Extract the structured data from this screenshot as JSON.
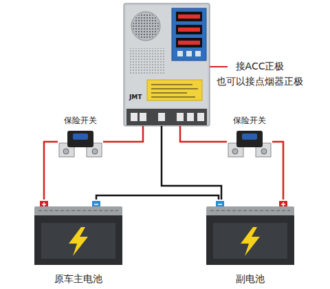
{
  "diagram": {
    "nodes": [
      {
        "text": [
          "JMT"
        ]
      },
      {
        "text": [
          "保险开关"
        ]
      },
      {
        "text": [
          "保险开关"
        ]
      },
      {
        "text": [
          "原车主电池"
        ]
      },
      {
        "text": [
          "副电池"
        ]
      }
    ],
    "edges": [
      {
        "from": 0,
        "to": 1,
        "arrow": "none"
      },
      {
        "from": 1,
        "to": 3,
        "arrow": "none"
      },
      {
        "from": 0,
        "to": 2,
        "arrow": "none"
      },
      {
        "from": 2,
        "to": 4,
        "arrow": "none"
      },
      {
        "from": 0,
        "to": 4,
        "arrow": "none"
      },
      {
        "from": 3,
        "to": 4,
        "arrow": "none"
      }
    ],
    "labels": [
      "接ACC正极",
      "也可以接点烟器正极"
    ]
  }
}
